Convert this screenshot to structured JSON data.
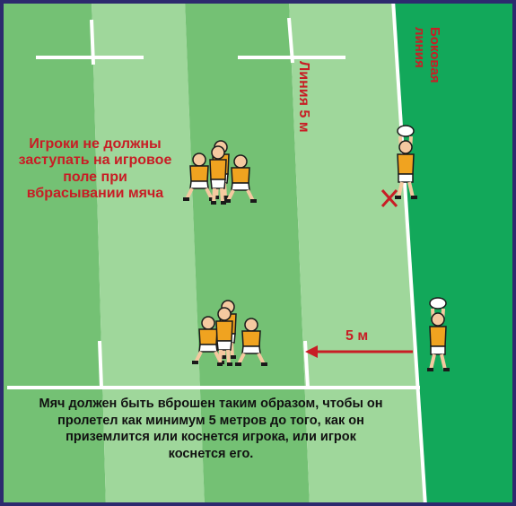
{
  "labels": {
    "players_not_step": "Игроки не должны заступать на игровое поле при вбрасывании мяча",
    "five_m_line": "Линия 5 м",
    "touchline": "Боковая линия",
    "distance": "5 м",
    "throw_rule": "Мяч должен быть вброшен таким образом, чтобы он пролетел как минимум 5 метров до того, как он приземлится или коснется игрока, или игрок коснется его."
  },
  "colors": {
    "field_light": "#9fd79b",
    "field_dark": "#74c174",
    "out_of_play": "#12a85a",
    "border": "#2d2a6e",
    "accent": "#c81d25",
    "jersey": "#f0a320",
    "shorts": "#ffffff",
    "skin": "#f5c9a0"
  }
}
